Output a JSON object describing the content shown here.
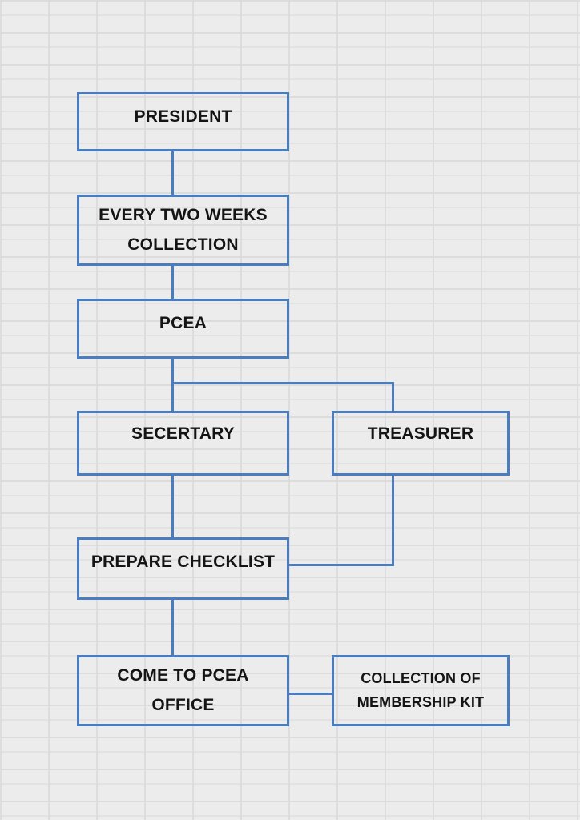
{
  "diagram": {
    "nodes": {
      "president": "PRESIDENT",
      "every_two_weeks": "EVERY TWO WEEKS COLLECTION",
      "pcea": "PCEA",
      "secretary": "SECERTARY",
      "treasurer": "TREASURER",
      "prepare_checklist": "PREPARE CHECKLIST",
      "come_to_office": "COME TO PCEA OFFICE",
      "collection_kit": "COLLECTION OF MEMBERSHIP KIT"
    },
    "edges": [
      [
        "president",
        "every_two_weeks"
      ],
      [
        "every_two_weeks",
        "pcea"
      ],
      [
        "pcea",
        "secretary"
      ],
      [
        "pcea",
        "treasurer"
      ],
      [
        "secretary",
        "prepare_checklist"
      ],
      [
        "treasurer",
        "prepare_checklist"
      ],
      [
        "prepare_checklist",
        "come_to_office"
      ],
      [
        "come_to_office",
        "collection_kit"
      ]
    ],
    "colors": {
      "border": "#4a7cc0",
      "text": "#141414",
      "background": "#ececec"
    }
  }
}
